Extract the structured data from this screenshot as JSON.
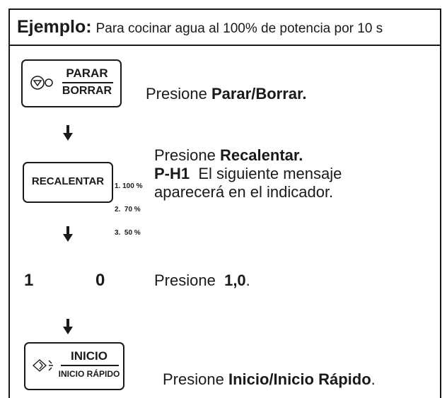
{
  "header": {
    "lead": "Ejemplo:",
    "text": "Para cocinar agua al 100% de potencia por 10 s"
  },
  "steps": {
    "stop": {
      "button_top": "PARAR",
      "button_bottom": "BORRAR",
      "text_pre": "Presione ",
      "text_bold": "Parar/Borrar."
    },
    "reheat": {
      "button_label": "RECALENTAR",
      "levels": [
        "1. 100 %",
        "2.  70 %",
        "3.  50 %"
      ],
      "line1_pre": "Presione ",
      "line1_bold": "Recalentar.",
      "line2_bold": "P-H1",
      "line2_text": "El siguiente mensaje",
      "line3_text": "aparecerá en el indicador."
    },
    "digits": {
      "first": "1",
      "second": "0",
      "text_pre": "Presione ",
      "text_bold": "1,0",
      "text_post": "."
    },
    "start": {
      "button_top": "INICIO",
      "button_bottom": "INICIO RÁPIDO",
      "text_pre": "Presione ",
      "text_bold": "Inicio/Inicio Rápido",
      "text_post": "."
    }
  }
}
